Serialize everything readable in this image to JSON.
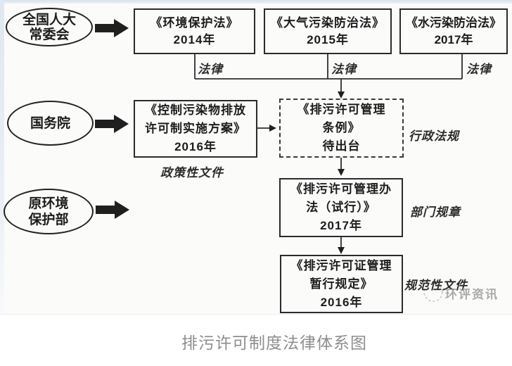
{
  "figure": {
    "caption": "排污许可制度法律体系图",
    "watermark_text": "环评资讯",
    "actors": [
      {
        "id": "npc-standing-committee",
        "lines": [
          "全国人大",
          "常委会"
        ]
      },
      {
        "id": "state-council",
        "lines": [
          "国务院"
        ]
      },
      {
        "id": "former-mep",
        "lines": [
          "原环境",
          "保护部"
        ]
      }
    ],
    "boxes": [
      {
        "id": "environmental-protection-law",
        "lines": [
          "《环境保护法》",
          "2014年"
        ]
      },
      {
        "id": "air-pollution-law",
        "lines": [
          "《大气污染防治法》",
          "2015年"
        ]
      },
      {
        "id": "water-pollution-law",
        "lines": [
          "《水污染防治法》",
          "2017年"
        ]
      },
      {
        "id": "permit-implementation-plan",
        "lines": [
          "《控制污染物排放",
          "许可制实施方案》",
          "2016年"
        ]
      },
      {
        "id": "permit-regulation-pending",
        "lines": [
          "《排污许可管理",
          "条例》",
          "待出台"
        ]
      },
      {
        "id": "permit-measures-trial",
        "lines": [
          "《排污许可管理办",
          "法（试行）》",
          "2017年"
        ]
      },
      {
        "id": "permit-interim-rules",
        "lines": [
          "《排污许可证管理",
          "暂行规定》",
          "2016年"
        ]
      }
    ],
    "tags": {
      "law1": "法律",
      "law2": "法律",
      "law3": "法律",
      "policy": "政策性文件",
      "admin": "行政法规",
      "dept": "部门规章",
      "normative": "规范性文件"
    },
    "colors": {
      "line": "#2e2e2e",
      "arrow_fill": "#1f1f1f",
      "caption": "#8d8d8d",
      "watermark": "#9b9b9b",
      "edge_tint": "#dfe7f0"
    }
  }
}
